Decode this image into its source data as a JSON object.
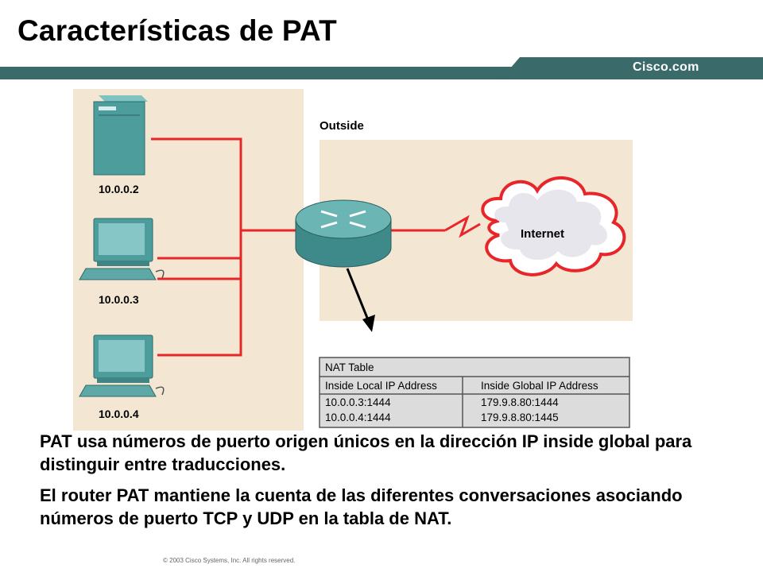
{
  "slide": {
    "title": "Características de PAT",
    "brand": "Cisco.com",
    "copyright": "© 2003 Cisco Systems, Inc. All rights reserved."
  },
  "colors": {
    "header_bar": "#3a6a6a",
    "panel_bg": "#f3e6d3",
    "link_red": "#e8262a",
    "device_teal": "#4e9d9d",
    "table_bg": "#dcdcdc"
  },
  "diagram": {
    "outside_label": "Outside",
    "internet_label": "Internet",
    "hosts": [
      {
        "ip": "10.0.0.2",
        "type": "server-icon"
      },
      {
        "ip": "10.0.0.3",
        "type": "workstation-icon"
      },
      {
        "ip": "10.0.0.4",
        "type": "workstation-icon"
      }
    ],
    "nat_table": {
      "title": "NAT Table",
      "headers": [
        "Inside Local IP Address",
        "Inside Global IP Address"
      ],
      "rows": [
        [
          "10.0.0.3:1444",
          "179.9.8.80:1444"
        ],
        [
          "10.0.0.4:1444",
          "179.9.8.80:1445"
        ]
      ]
    }
  },
  "bullets": [
    "PAT usa números de puerto origen únicos en la dirección IP inside global para distinguir entre traducciones.",
    "El router PAT mantiene la cuenta de las diferentes conversaciones asociando números de puerto TCP y UDP en la tabla de NAT."
  ]
}
